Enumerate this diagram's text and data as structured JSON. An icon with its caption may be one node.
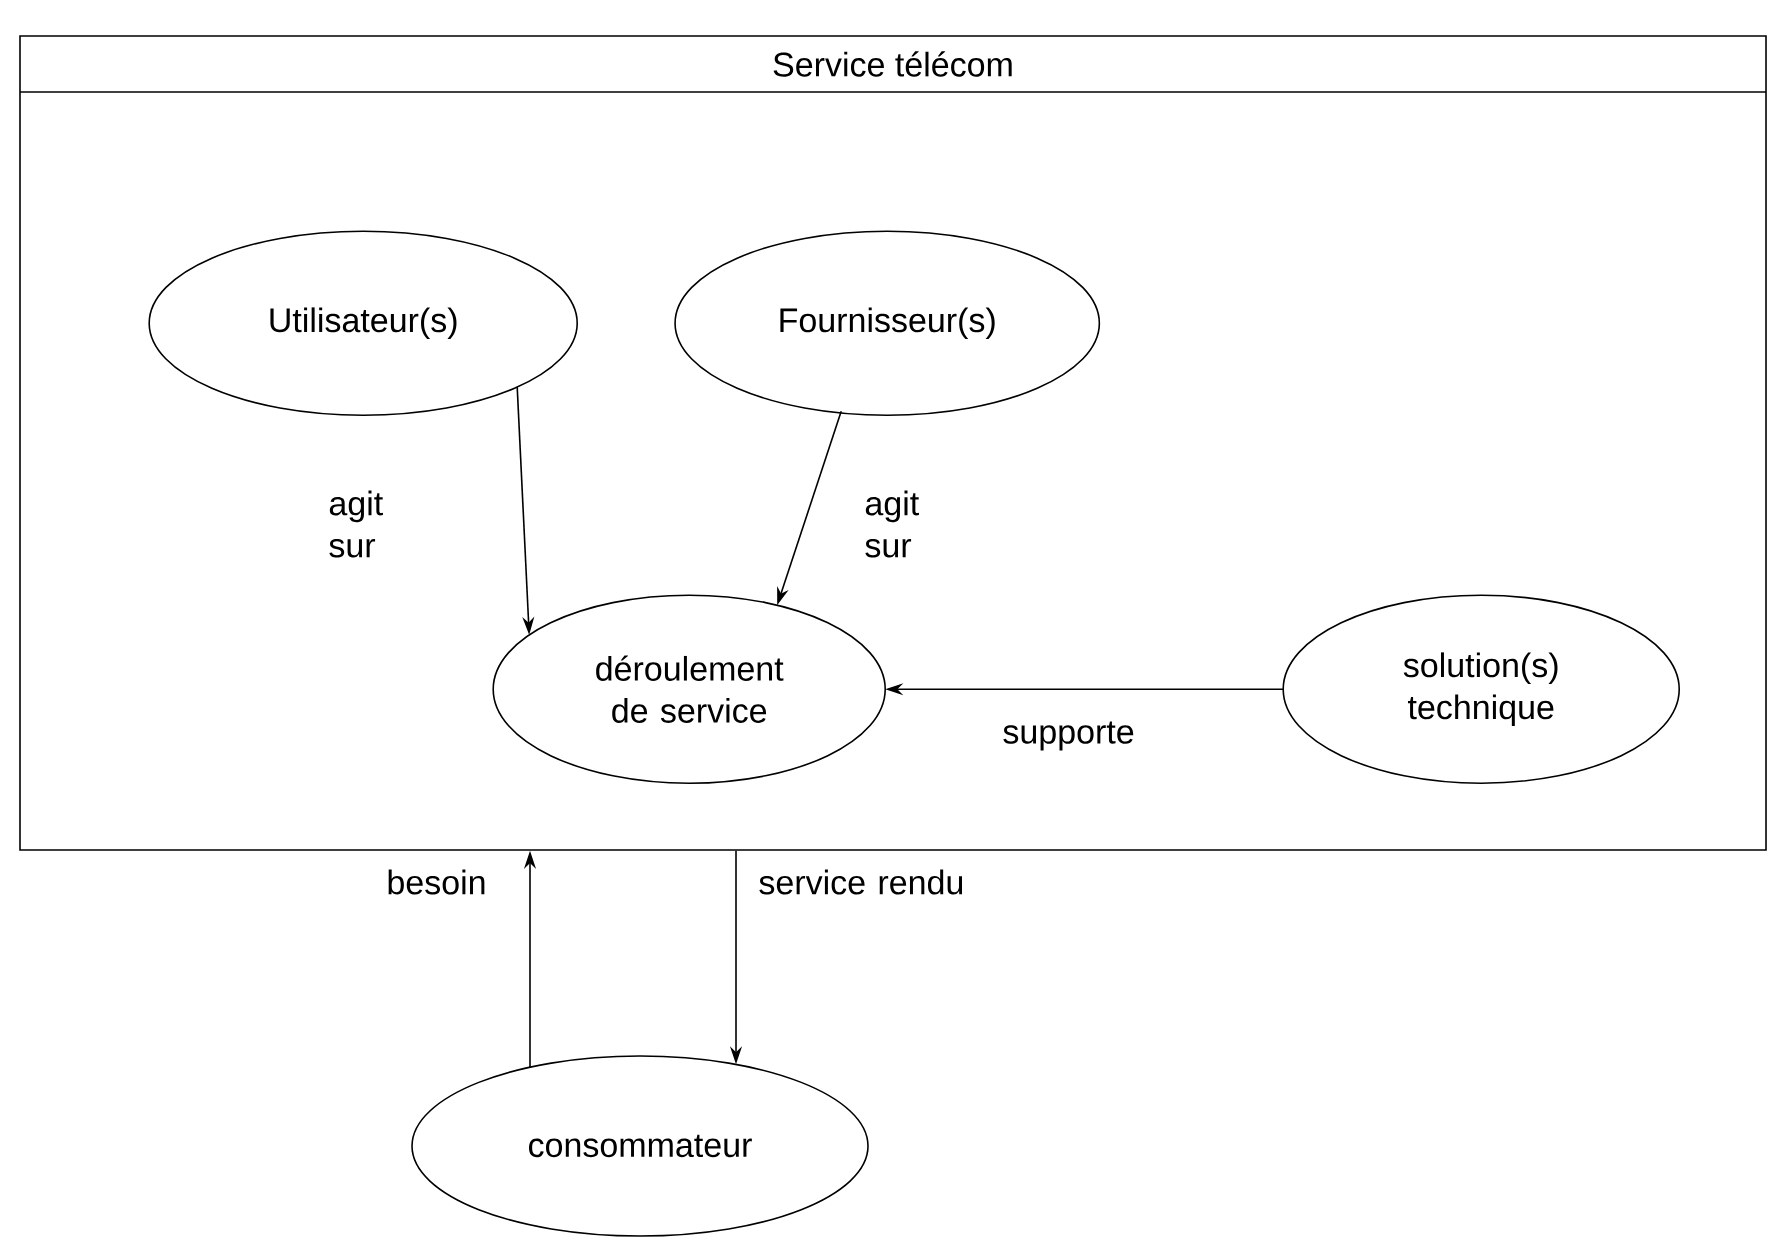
{
  "diagram": {
    "nodes": [
      {
        "text": [
          "Service télécom"
        ]
      },
      {
        "text": [
          "Utilisateur(s)"
        ],
        "in": 0
      },
      {
        "text": [
          "Fournisseur(s)"
        ],
        "in": 0
      },
      {
        "text": [
          "déroulement de service"
        ],
        "in": 0
      },
      {
        "text": [
          "solution(s) technique"
        ],
        "in": 0
      },
      {
        "text": [
          "consommateur"
        ]
      }
    ],
    "edges": [
      {
        "from": 1,
        "to": 3,
        "arrow": "to",
        "label": "agit sur"
      },
      {
        "from": 2,
        "to": 3,
        "arrow": "to",
        "label": "agit sur"
      },
      {
        "from": 4,
        "to": 3,
        "arrow": "to",
        "label": "supporte"
      },
      {
        "from": 5,
        "to": 0,
        "arrow": "to",
        "label": "besoin"
      },
      {
        "from": 0,
        "to": 5,
        "arrow": "to",
        "label": "service rendu"
      }
    ]
  }
}
